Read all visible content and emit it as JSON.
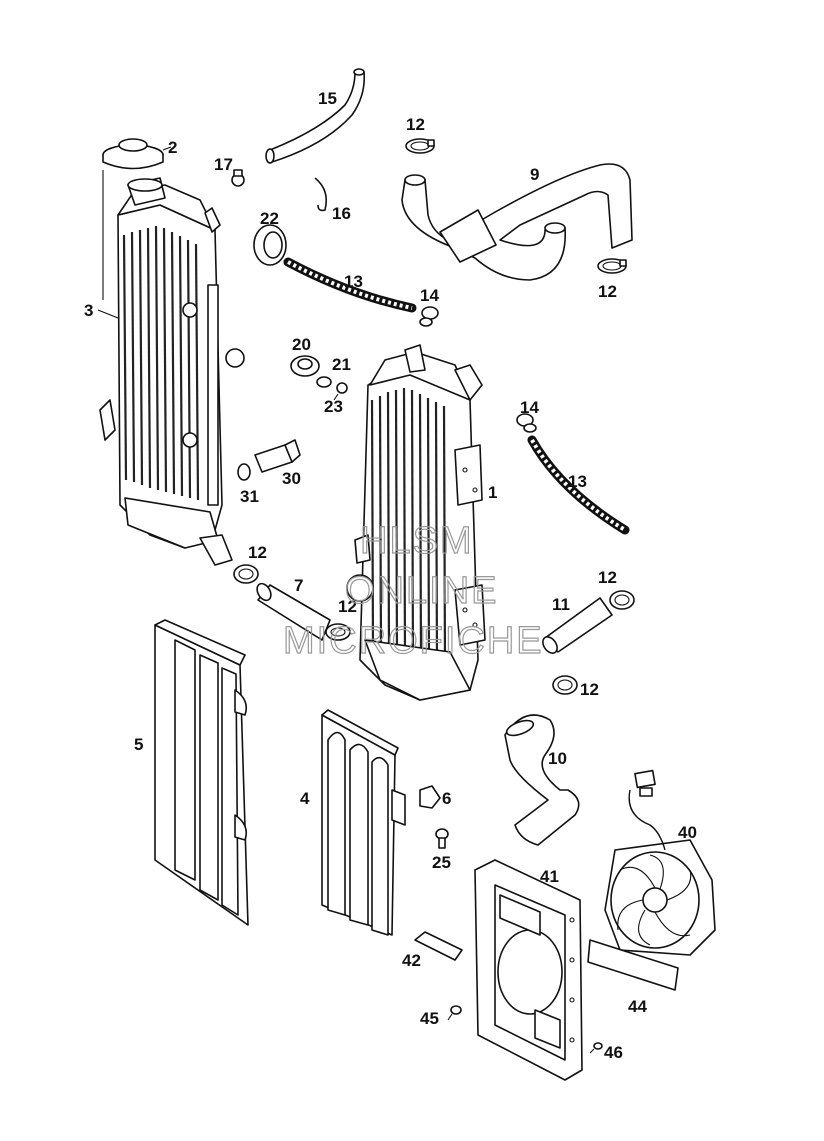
{
  "diagram": {
    "callouts": [
      "1",
      "2",
      "3",
      "4",
      "5",
      "6",
      "7",
      "9",
      "10",
      "11",
      "12",
      "12",
      "12",
      "12",
      "12",
      "12",
      "13",
      "13",
      "14",
      "14",
      "15",
      "16",
      "17",
      "20",
      "21",
      "22",
      "23",
      "25",
      "30",
      "31",
      "40",
      "41",
      "42",
      "44",
      "45",
      "46"
    ]
  },
  "watermark": {
    "line1": "HLSM",
    "line2": "ONLINE",
    "line3": "MICROFICHE"
  }
}
